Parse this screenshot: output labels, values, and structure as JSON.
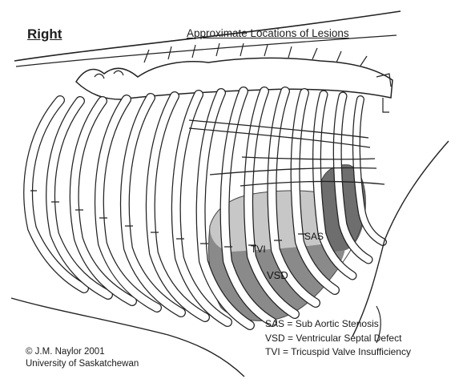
{
  "header": {
    "title": "Right",
    "subtitle": "Approximate Locations of Lesions"
  },
  "regions": [
    {
      "id": "TVI",
      "label": "TVI",
      "color": "#c7c7c7"
    },
    {
      "id": "SAS",
      "label": "SAS",
      "color": "#6e6e6e"
    },
    {
      "id": "VSD",
      "label": "VSD",
      "color": "#8a8a8a"
    }
  ],
  "legend": [
    {
      "abbr": "SAS",
      "text": "SAS = Sub Aortic Stenosis"
    },
    {
      "abbr": "VSD",
      "text": "VSD = Ventricular Septal Defect"
    },
    {
      "abbr": "TVI",
      "text": "TVI = Tricuspid Valve Insufficiency"
    }
  ],
  "credit": {
    "line1": "© J.M. Naylor 2001",
    "line2": "University of Saskatchewan"
  },
  "colors": {
    "line": "#1e1e1e",
    "background": "#ffffff"
  }
}
